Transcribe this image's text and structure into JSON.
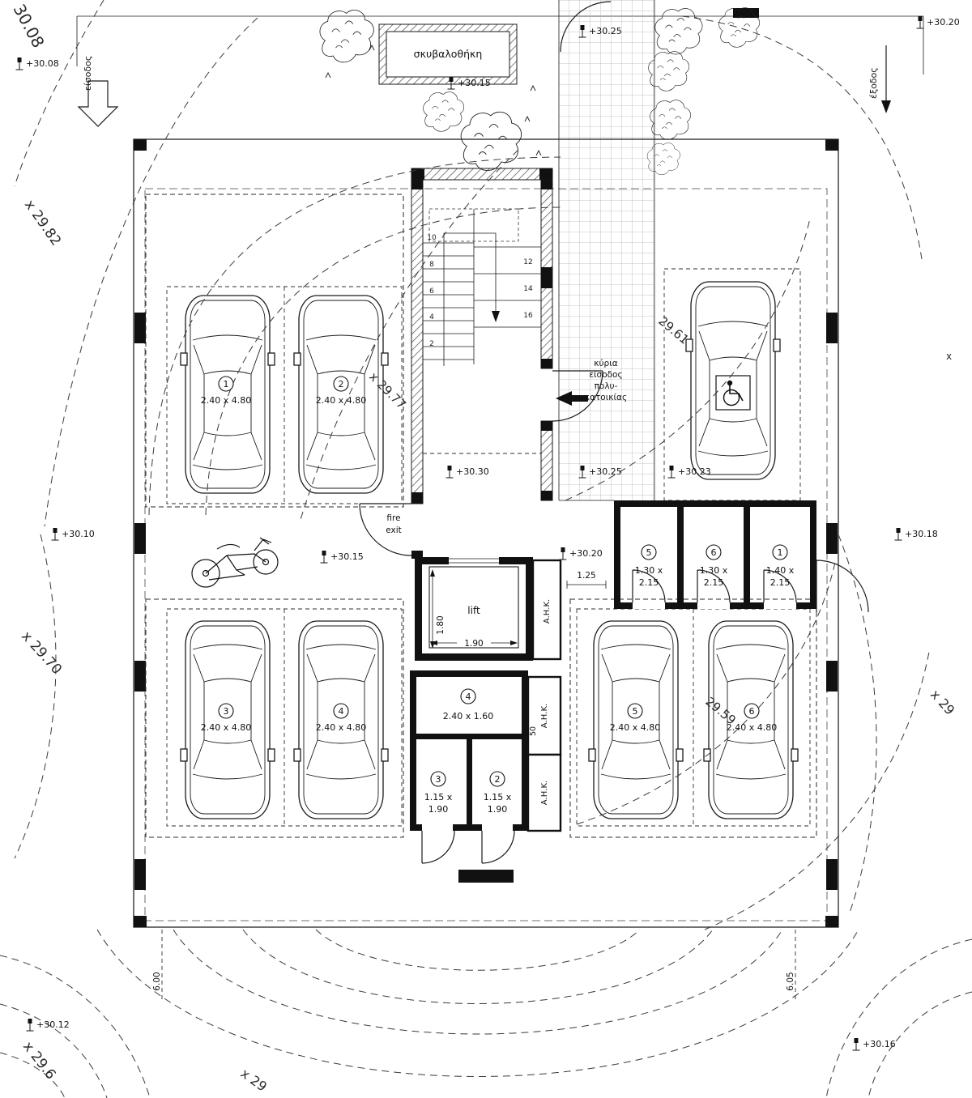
{
  "drawing": {
    "site": {
      "garbage_room": "σκυβαλοθήκη",
      "entrance_label": "είσοδος",
      "exit_label": "έξοδος"
    },
    "core": {
      "lift": "lift",
      "fire_line1": "fire",
      "fire_line2": "exit",
      "ahk": "Α.Η.Κ.",
      "main_entrance": [
        "κύρια",
        "είσοδος",
        "πολυ-",
        "κατοικίας"
      ],
      "stair_left": [
        "10",
        "8",
        "6",
        "4",
        "2"
      ],
      "stair_right": [
        "12",
        "14",
        "16"
      ]
    },
    "parking": [
      {
        "num": "1",
        "size": "2.40 x 4.80"
      },
      {
        "num": "2",
        "size": "2.40 x 4.80"
      },
      {
        "num": "3",
        "size": "2.40 x 4.80"
      },
      {
        "num": "4",
        "size": "2.40 x 4.80"
      },
      {
        "num": "5",
        "size": "2.40 x 4.80"
      },
      {
        "num": "6",
        "size": "2.40 x 4.80"
      }
    ],
    "stores": [
      {
        "num": "5",
        "l1": "1.30 x",
        "l2": "2.15"
      },
      {
        "num": "6",
        "l1": "1.30 x",
        "l2": "2.15"
      },
      {
        "num": "1",
        "l1": "1.40 x",
        "l2": "2.15"
      },
      {
        "num": "4",
        "l1": "2.40 x 1.60"
      },
      {
        "num": "3",
        "l1": "1.15 x",
        "l2": "1.90"
      },
      {
        "num": "2",
        "l1": "1.15 x",
        "l2": "1.90"
      }
    ],
    "levels": {
      "tl": "+30.08",
      "garbage": "+30.15",
      "walk_top": "+30.25",
      "tr": "+30.20",
      "lobby": "+30.30",
      "walk_mid": "+30.25",
      "walk_right": "+30.23",
      "left_mid": "+30.10",
      "inner": "+30.15",
      "walk_bottom": "+30.20",
      "right_mid": "+30.18",
      "bl": "+30.12",
      "br": "+30.16"
    },
    "contours": {
      "c3008": "30.08",
      "c2982": "x 29.82",
      "c2977": "x 29.77",
      "c2961": "29.61",
      "c2970": "x 29.70",
      "c2959": "29.59",
      "c296": "x 29.6",
      "c29b": "x 29",
      "c29r": "x 29",
      "cx": "x"
    },
    "dims": {
      "d125": "1.25",
      "d180": "1.80",
      "d190": "1.90",
      "d50": "50",
      "d600": "6.00",
      "d605": "6.05"
    }
  }
}
